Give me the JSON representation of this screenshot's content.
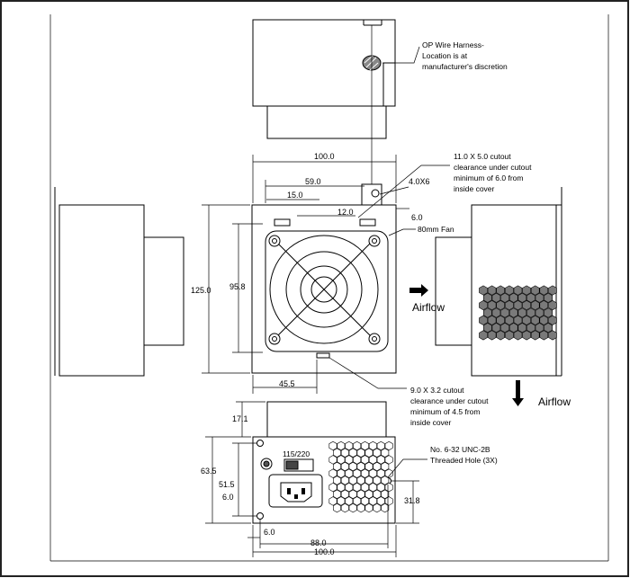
{
  "dimensions": {
    "top_width_100": "100.0",
    "d59": "59.0",
    "d15": "15.0",
    "d12": "12.0",
    "hole": "4.0X6",
    "d6": "6.0",
    "height_125": "125.0",
    "d95_8": "95.8",
    "d45_5": "45.5",
    "d17_1": "17.1",
    "d63_5": "63.5",
    "d51_5": "51.5",
    "d6_left": "6.0",
    "d31_8": "31.8",
    "d6_bottom": "6.0",
    "d88": "88.0",
    "bottom_width_100": "100.0"
  },
  "notes": {
    "harness": [
      "OP Wire Harness-",
      "Location is at",
      "manufacturer's discretion"
    ],
    "cutout_top": [
      "11.0 X 5.0 cutout",
      "clearance under cutout",
      "minimum of 6.0 from",
      "inside cover"
    ],
    "fan": "80mm Fan",
    "cutout_bottom": [
      "9.0 X 3.2 cutout",
      "clearance under cutout",
      "minimum of 4.5 from",
      "inside cover"
    ],
    "thread": [
      "No. 6-32 UNC-2B",
      "Threaded Hole (3X)"
    ],
    "voltage": "115/220"
  },
  "labels": {
    "airflow_right": "Airflow",
    "airflow_down": "Airflow"
  }
}
